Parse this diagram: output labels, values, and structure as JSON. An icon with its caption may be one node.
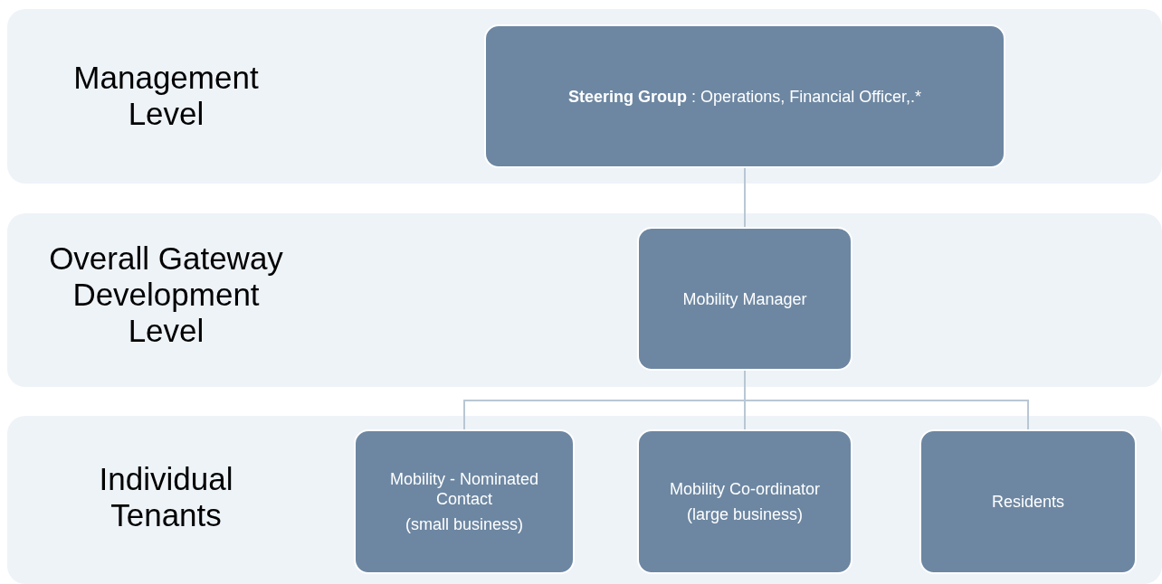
{
  "diagram": {
    "nodes": [
      {
        "text": [
          "Management Level"
        ]
      },
      {
        "text": [
          "**Steering Group** : Operations, Financial Officer,.*"
        ],
        "in": 0
      },
      {
        "text": [
          "Overall Gateway Development Level"
        ]
      },
      {
        "text": [
          "Mobility Manager"
        ],
        "in": 2
      },
      {
        "text": [
          "Individual Tenants"
        ]
      },
      {
        "text": [
          "Mobility - Nominated Contact",
          "(small business)"
        ],
        "in": 4
      },
      {
        "text": [
          "Mobility Co-ordinator",
          "(large business)"
        ],
        "in": 4
      },
      {
        "text": [
          "Residents"
        ],
        "in": 4
      }
    ],
    "edges": [
      {
        "from": 1,
        "to": 3,
        "arrow": "none"
      },
      {
        "from": 3,
        "to": 5,
        "arrow": "none"
      },
      {
        "from": 3,
        "to": 6,
        "arrow": "none"
      },
      {
        "from": 3,
        "to": 7,
        "arrow": "none"
      }
    ]
  }
}
